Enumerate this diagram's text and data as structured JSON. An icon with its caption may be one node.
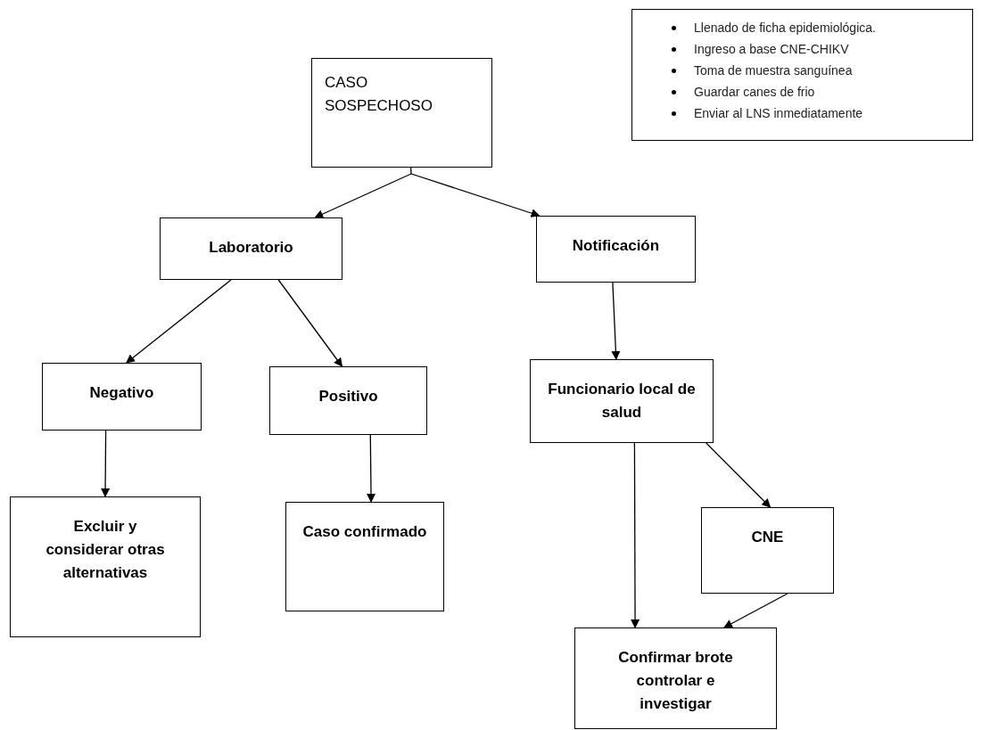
{
  "diagram": {
    "nodes": [
      {
        "text": [
          "CASO SOSPECHOSO"
        ]
      },
      {
        "text": [
          "Laboratorio"
        ]
      },
      {
        "text": [
          "Notificación"
        ]
      },
      {
        "text": [
          "Negativo"
        ]
      },
      {
        "text": [
          "Positivo"
        ]
      },
      {
        "text": [
          "Funcionario local de salud"
        ]
      },
      {
        "text": [
          "Excluir y considerar otras alternativas"
        ]
      },
      {
        "text": [
          "Caso confirmado"
        ]
      },
      {
        "text": [
          "CNE"
        ]
      },
      {
        "text": [
          "Confirmar brote controlar e investigar"
        ]
      },
      {
        "text": [
          "Llenado de ficha epidemiológica.",
          "Ingreso a base CNE-CHIKV",
          "Toma de muestra sanguínea",
          "Guardar canes de frio",
          "Enviar al LNS inmediatamente"
        ]
      }
    ],
    "edges": [
      {
        "from": 0,
        "to": 1,
        "arrow": "to"
      },
      {
        "from": 0,
        "to": 2,
        "arrow": "to"
      },
      {
        "from": 1,
        "to": 3,
        "arrow": "to"
      },
      {
        "from": 1,
        "to": 4,
        "arrow": "to"
      },
      {
        "from": 2,
        "to": 5,
        "arrow": "to"
      },
      {
        "from": 3,
        "to": 6,
        "arrow": "to"
      },
      {
        "from": 4,
        "to": 7,
        "arrow": "to"
      },
      {
        "from": 5,
        "to": 9,
        "arrow": "to"
      },
      {
        "from": 5,
        "to": 8,
        "arrow": "to"
      },
      {
        "from": 8,
        "to": 9,
        "arrow": "to"
      }
    ]
  }
}
